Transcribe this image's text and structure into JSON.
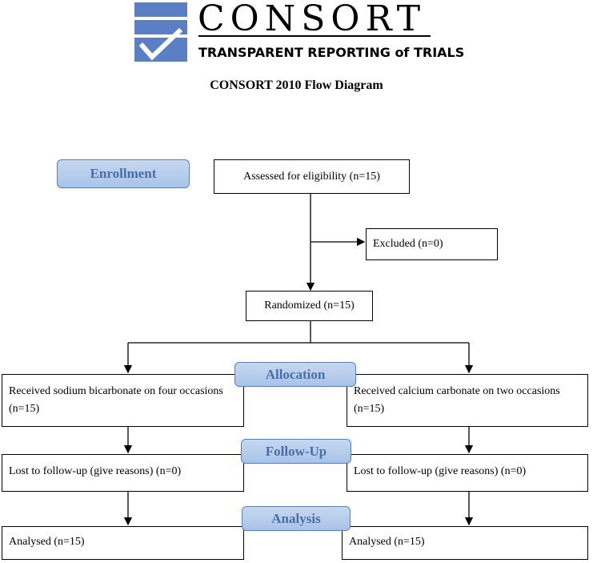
{
  "logo": {
    "wordmark": "CONSORT",
    "tagline": "TRANSPARENT REPORTING of TRIALS",
    "brand_color": "#5b7fc4"
  },
  "title": "CONSORT 2010 Flow Diagram",
  "phases": {
    "enrollment": "Enrollment",
    "allocation": "Allocation",
    "follow_up": "Follow-Up",
    "analysis": "Analysis"
  },
  "boxes": {
    "assessed": "Assessed for eligibility (n=15)",
    "excluded": "Excluded  (n=0)",
    "randomized": "Randomized (n=15)",
    "left_allocation": "Received sodium bicarbonate on four occasions (n=15)",
    "right_allocation": "Received calcium carbonate on two occasions (n=15)",
    "left_followup": "Lost to follow-up (give reasons) (n=0)",
    "right_followup": "Lost to follow-up (give reasons) (n=0)",
    "left_analysis": "Analysed  (n=15)",
    "right_analysis": "Analysed  (n=15)"
  },
  "colors": {
    "phase_fill": "#b6cdee",
    "phase_border": "#5a7fb8",
    "phase_text": "#4a6fa5"
  }
}
